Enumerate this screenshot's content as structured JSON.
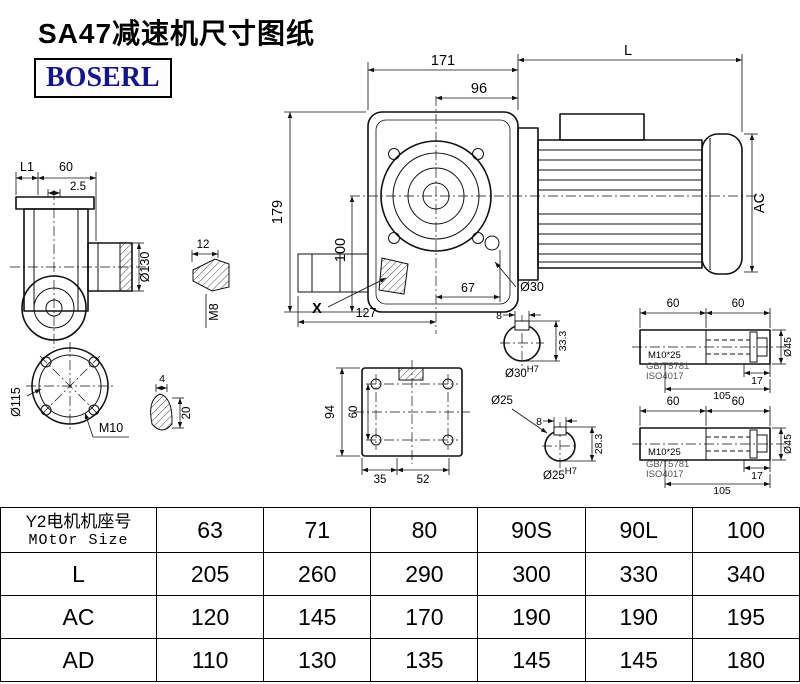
{
  "title": "SA47减速机尺寸图纸",
  "brand": "BOSERL",
  "brand_color": "#14148c",
  "views": {
    "front": {
      "w171": "171",
      "L": "L",
      "w96": "96",
      "h179": "179",
      "h100": "100",
      "ac": "AC",
      "w67": "67",
      "d30": "Ø30",
      "w127": "127",
      "x_mark": "X"
    },
    "side": {
      "l1": "L1",
      "w60": "60",
      "t25": "2.5",
      "d130": "Ø130"
    },
    "key_a": {
      "w12": "12",
      "m8": "M8"
    },
    "flange": {
      "d115": "Ø115",
      "m10": "M10"
    },
    "key_b": {
      "w4": "4",
      "h20": "20"
    },
    "bottom": {
      "h94": "94",
      "h60": "60",
      "w35": "35",
      "w52": "52"
    },
    "shaft_a": {
      "key_w": "8",
      "depth": "33.3",
      "bore": "Ø30",
      "tol": "H7",
      "seg1": "60",
      "seg2": "60",
      "bolt": "M10*25",
      "std1": "GB/T5781",
      "std2": "ISO4017",
      "l17": "17",
      "l105": "105",
      "d45": "Ø45"
    },
    "shaft_b": {
      "label": "Ø25",
      "key_w": "8",
      "depth": "28.3",
      "bore": "Ø25",
      "tol": "H7",
      "seg1": "60",
      "seg2": "60",
      "bolt": "M10*25",
      "std1": "GB/T5781",
      "std2": "ISO4017",
      "l17": "17",
      "l105": "105",
      "d45": "Ø45"
    }
  },
  "table": {
    "motor_row": {
      "label_cn": "Y2电机机座号",
      "label_en": "MOtOr Size",
      "values": [
        "63",
        "71",
        "80",
        "90S",
        "90L",
        "100"
      ]
    },
    "rows": [
      {
        "label": "L",
        "values": [
          "205",
          "260",
          "290",
          "300",
          "330",
          "340"
        ]
      },
      {
        "label": "AC",
        "values": [
          "120",
          "145",
          "170",
          "190",
          "190",
          "195"
        ]
      },
      {
        "label": "AD",
        "values": [
          "110",
          "130",
          "135",
          "145",
          "145",
          "180"
        ]
      }
    ]
  }
}
